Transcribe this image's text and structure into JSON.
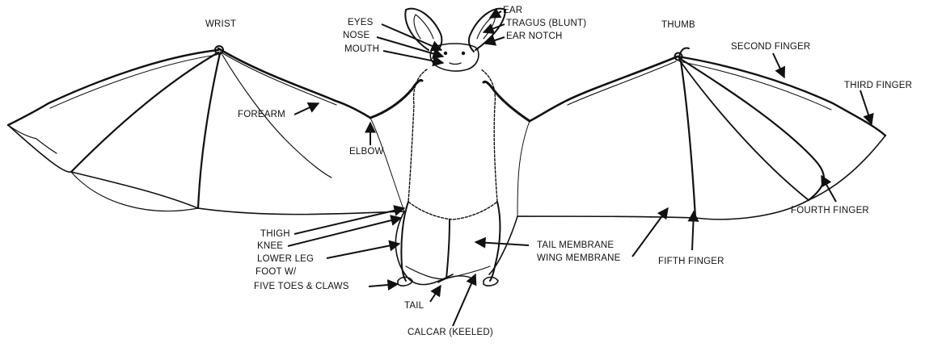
{
  "colors": {
    "ink": "#111111",
    "paper": "#ffffff"
  },
  "labels": {
    "wrist": "WRIST",
    "thumb": "THUMB",
    "ear": "EAR",
    "tragus": "TRAGUS (BLUNT)",
    "ear_notch": "EAR NOTCH",
    "eyes": "EYES",
    "nose": "NOSE",
    "mouth": "MOUTH",
    "second_finger": "SECOND FINGER",
    "third_finger": "THIRD FINGER",
    "forearm": "FOREARM",
    "elbow": "ELBOW",
    "fourth_finger": "FOURTH FINGER",
    "thigh": "THIGH",
    "knee": "KNEE",
    "lower_leg": "LOWER LEG",
    "foot": "FOOT W/",
    "toes": "FIVE TOES & CLAWS",
    "tail_membrane": "TAIL MEMBRANE",
    "wing_membrane": "WING MEMBRANE",
    "fifth_finger": "FIFTH FINGER",
    "tail": "TAIL",
    "calcar": "CALCAR (KEELED)"
  }
}
